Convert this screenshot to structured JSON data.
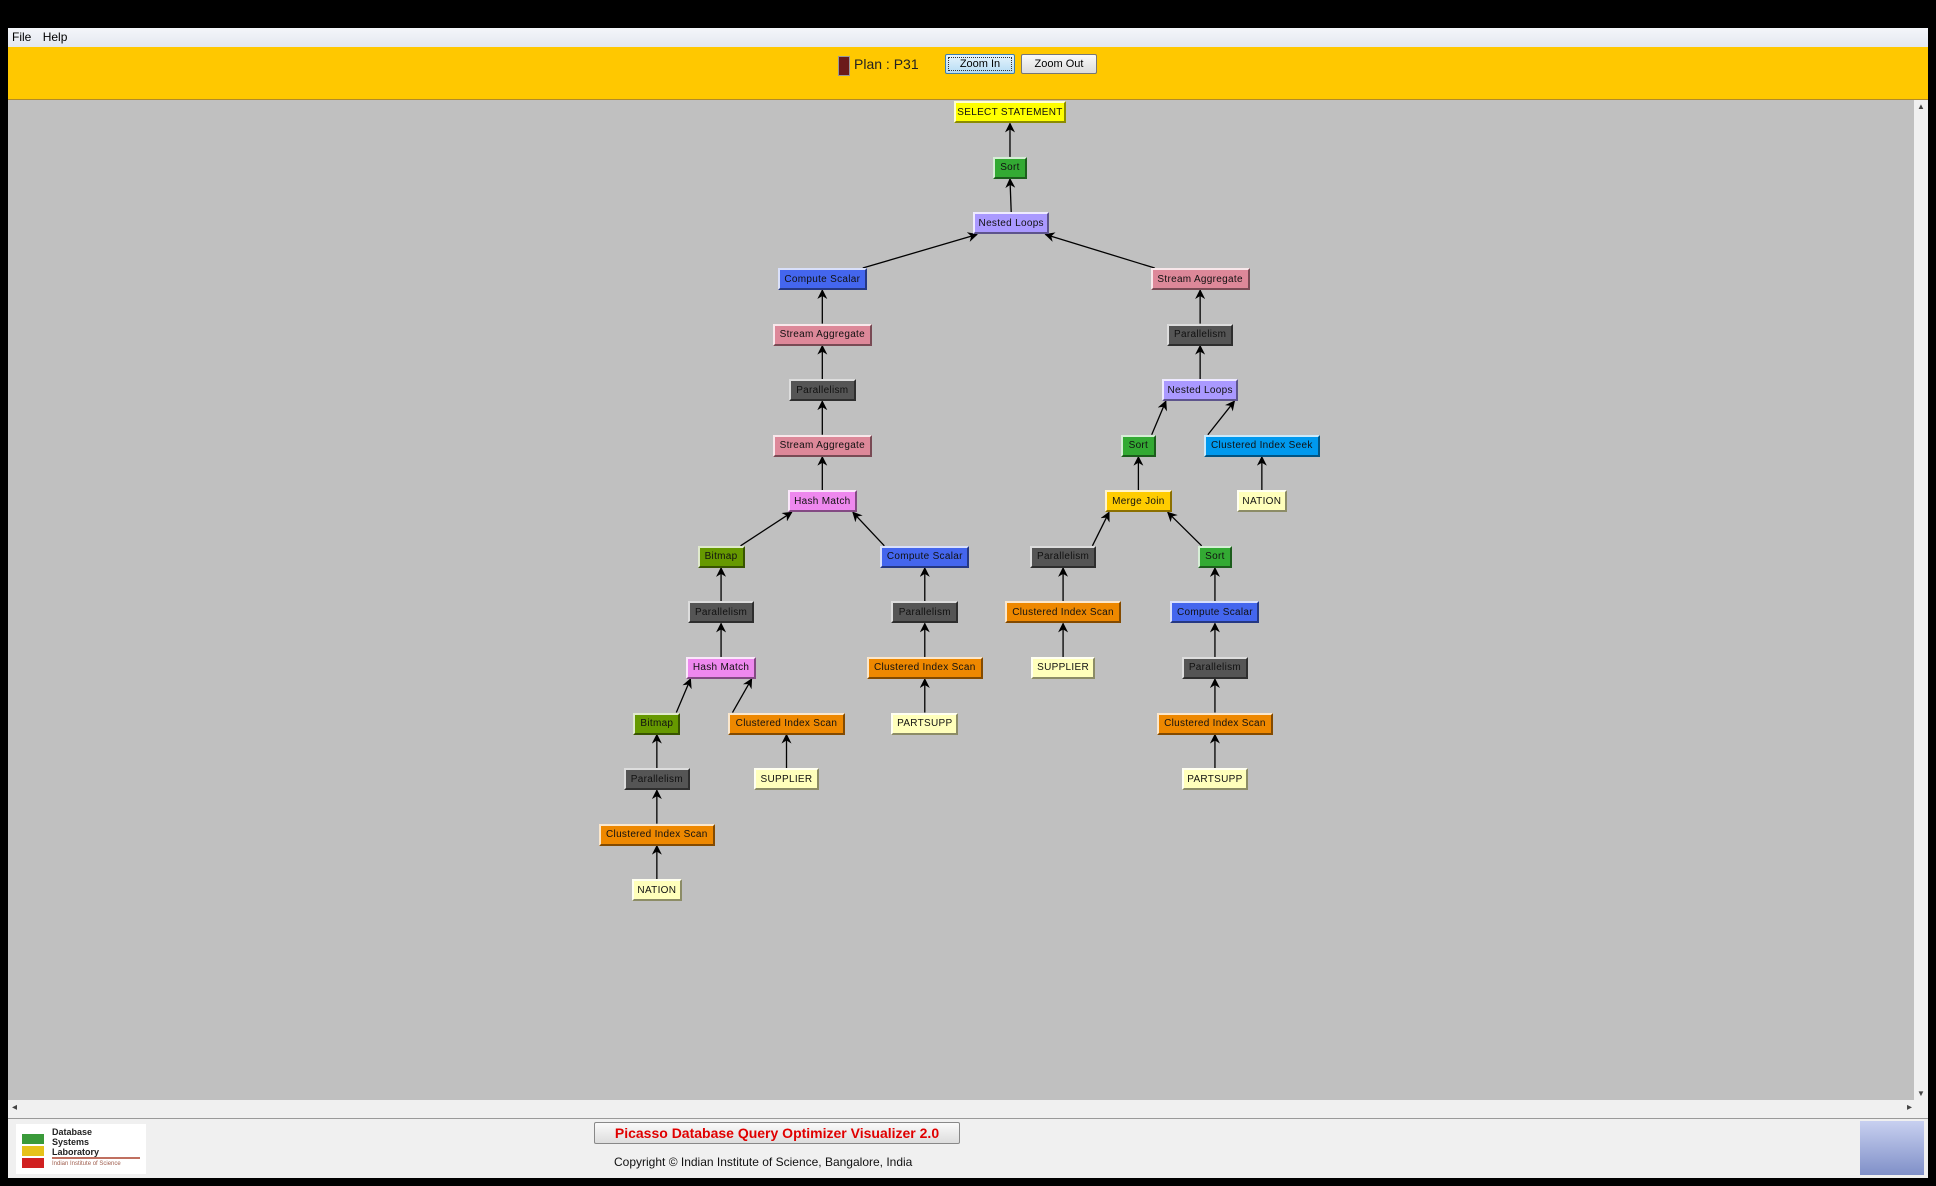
{
  "menu": [
    "File",
    "Help"
  ],
  "toolbar": {
    "plan_label": "Plan : P31",
    "plan_color": "#6b1a1a",
    "zoom_in": "Zoom In",
    "zoom_out": "Zoom Out"
  },
  "footer": {
    "title": "Picasso Database Query Optimizer Visualizer 2.0",
    "copyright": "Copyright © Indian Institute of Science, Bangalore, India",
    "logo_text": [
      "Database",
      "Systems",
      "Laboratory",
      "Indian Institute of Science"
    ]
  },
  "operator_colors": {
    "select": "#ffff00",
    "sort": "#33aa33",
    "nested": "#aa99ff",
    "compute": "#4466ee",
    "stream": "#dd8899",
    "parallel": "#555555",
    "hash": "#ee88ee",
    "bitmap": "#669900",
    "scan": "#ee8800",
    "table": "#ffffbb",
    "merge": "#ffcc00",
    "seek": "#0099ee"
  },
  "plan": {
    "nodes": [
      {
        "label": "SELECT STATEMENT",
        "type": "select",
        "parent": null
      },
      {
        "label": "Sort",
        "type": "sort",
        "parent": 0
      },
      {
        "label": "Nested Loops",
        "type": "nested",
        "parent": 1
      },
      {
        "label": "Compute Scalar",
        "type": "compute",
        "parent": 2
      },
      {
        "label": "Stream Aggregate",
        "type": "stream",
        "parent": 2
      },
      {
        "label": "Stream Aggregate",
        "type": "stream",
        "parent": 3
      },
      {
        "label": "Parallelism",
        "type": "parallel",
        "parent": 5
      },
      {
        "label": "Stream Aggregate",
        "type": "stream",
        "parent": 6
      },
      {
        "label": "Hash Match",
        "type": "hash",
        "parent": 7
      },
      {
        "label": "Bitmap",
        "type": "bitmap",
        "parent": 8
      },
      {
        "label": "Compute Scalar",
        "type": "compute",
        "parent": 8
      },
      {
        "label": "Parallelism",
        "type": "parallel",
        "parent": 9
      },
      {
        "label": "Parallelism",
        "type": "parallel",
        "parent": 10
      },
      {
        "label": "Hash Match",
        "type": "hash",
        "parent": 11
      },
      {
        "label": "Clustered Index Scan",
        "type": "scan",
        "parent": 12
      },
      {
        "label": "Bitmap",
        "type": "bitmap",
        "parent": 13
      },
      {
        "label": "Clustered Index Scan",
        "type": "scan",
        "parent": 13
      },
      {
        "label": "PARTSUPP",
        "type": "table",
        "parent": 14
      },
      {
        "label": "Parallelism",
        "type": "parallel",
        "parent": 15
      },
      {
        "label": "SUPPLIER",
        "type": "table",
        "parent": 16
      },
      {
        "label": "Clustered Index Scan",
        "type": "scan",
        "parent": 18
      },
      {
        "label": "NATION",
        "type": "table",
        "parent": 20
      },
      {
        "label": "Parallelism",
        "type": "parallel",
        "parent": 4
      },
      {
        "label": "Nested Loops",
        "type": "nested",
        "parent": 22
      },
      {
        "label": "Sort",
        "type": "sort",
        "parent": 23
      },
      {
        "label": "Clustered Index Seek",
        "type": "seek",
        "parent": 23
      },
      {
        "label": "Merge Join",
        "type": "merge",
        "parent": 24
      },
      {
        "label": "NATION",
        "type": "table",
        "parent": 25
      },
      {
        "label": "Parallelism",
        "type": "parallel",
        "parent": 26
      },
      {
        "label": "Sort",
        "type": "sort",
        "parent": 26
      },
      {
        "label": "Clustered Index Scan",
        "type": "scan",
        "parent": 28
      },
      {
        "label": "Compute Scalar",
        "type": "compute",
        "parent": 29
      },
      {
        "label": "SUPPLIER",
        "type": "table",
        "parent": 30
      },
      {
        "label": "Parallelism",
        "type": "parallel",
        "parent": 31
      },
      {
        "label": "Clustered Index Scan",
        "type": "scan",
        "parent": 33
      },
      {
        "label": "PARTSUPP",
        "type": "table",
        "parent": 34
      }
    ]
  }
}
